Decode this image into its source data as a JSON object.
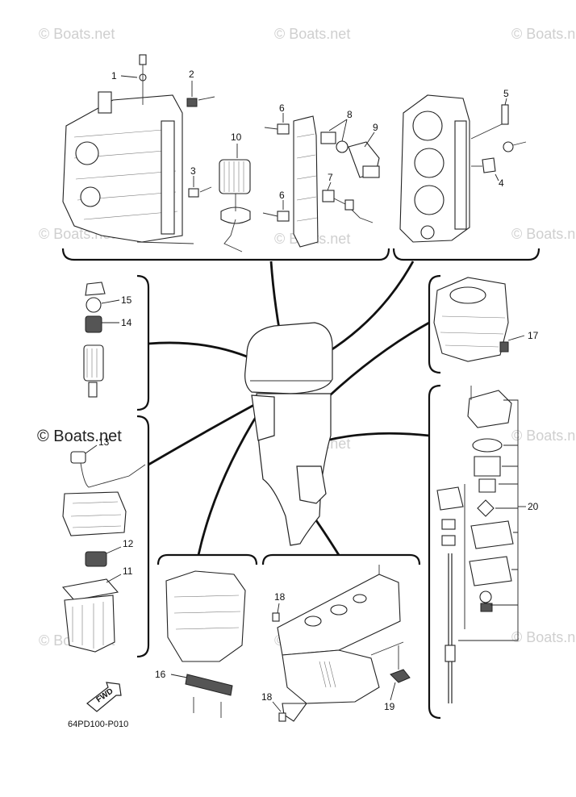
{
  "watermark": "© Boats.net",
  "watermark_dark": "© Boats.net",
  "reference_code": "64PD100-P010",
  "fwd_label": "FWD",
  "callouts": {
    "c1": "1",
    "c2": "2",
    "c3": "3",
    "c4": "4",
    "c5": "5",
    "c6a": "6",
    "c6b": "6",
    "c7": "7",
    "c8": "8",
    "c9": "9",
    "c10": "10",
    "c11": "11",
    "c12": "12",
    "c13": "13",
    "c14": "14",
    "c15": "15",
    "c16": "16",
    "c17": "17",
    "c18a": "18",
    "c18b": "18",
    "c19": "19",
    "c20": "20"
  }
}
